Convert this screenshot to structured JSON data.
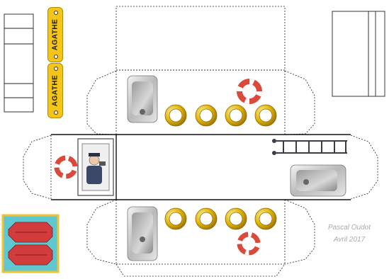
{
  "boat_name": "AGATHE",
  "credit": {
    "author": "Pascal Oudot",
    "date": "Avril 2017"
  },
  "colors": {
    "nameplate": "#f5c518",
    "porthole": "#e0b100",
    "lifebuoy": "#d94a3c",
    "liferaft": "#d33c3c",
    "liferaft_bg": "#5ec7d2",
    "fold_line": "#222222",
    "credit_text": "#a9a9a9"
  },
  "pieces": {
    "nameplate_count": 2,
    "porthole_count": 8,
    "lifebuoy_count": 3,
    "liferaft_count": 2,
    "sink_count": 3
  }
}
